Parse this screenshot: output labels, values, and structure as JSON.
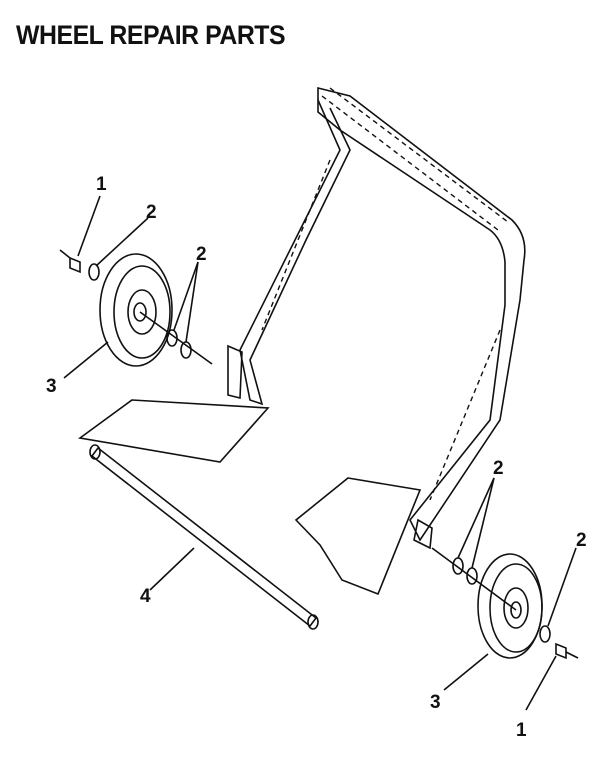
{
  "title": "WHEEL REPAIR PARTS",
  "callouts": {
    "left_nut": "1",
    "left_washer_outer": "2",
    "left_washers_inner": "2",
    "left_wheel": "3",
    "axle": "4",
    "right_washers_inner": "2",
    "right_washer_outer": "2",
    "right_wheel": "3",
    "right_nut": "1"
  }
}
